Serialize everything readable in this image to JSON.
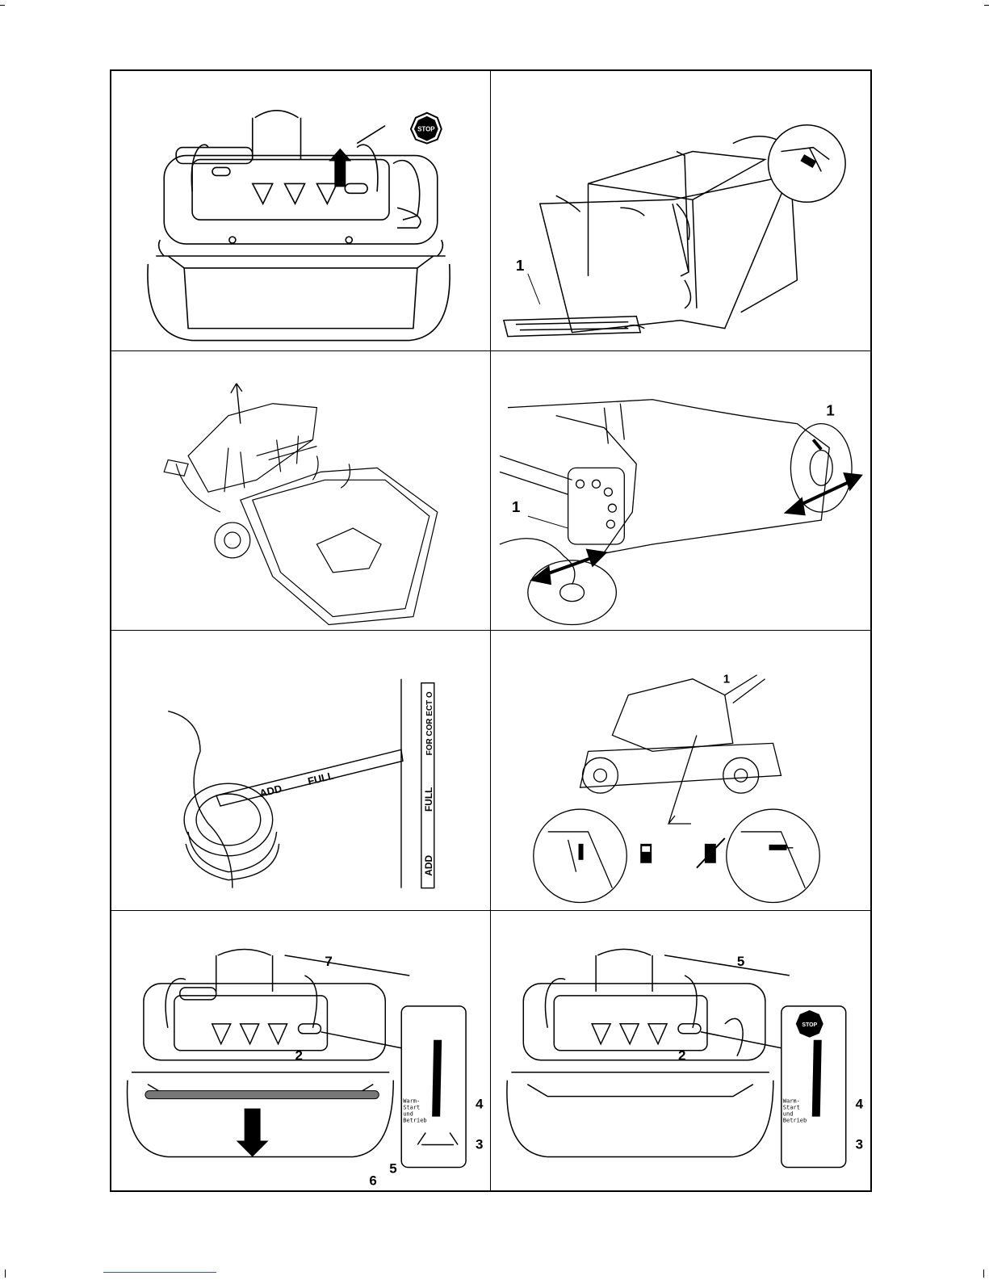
{
  "panels": [
    {
      "id": "p1",
      "title": "Mower handle controls with stop lever",
      "sign": "STOP",
      "callouts": []
    },
    {
      "id": "p2",
      "title": "Grass catcher frame assembly",
      "callouts": [
        "1"
      ]
    },
    {
      "id": "p3",
      "title": "Attaching grass catcher",
      "callouts": []
    },
    {
      "id": "p4",
      "title": "Wheel height adjustment",
      "callouts": [
        "1",
        "1"
      ]
    },
    {
      "id": "p5",
      "title": "Oil dipstick",
      "dipstick": {
        "add": "ADD",
        "full": "FULL",
        "correct": "FOR COR  ECT O"
      },
      "callouts": []
    },
    {
      "id": "p6",
      "title": "Fuel valve open and closed",
      "callouts": [
        "1"
      ]
    },
    {
      "id": "p7",
      "title": "Throttle warm start",
      "decal": {
        "lines": [
          "Warm-",
          "Start",
          "und",
          "Betrieb"
        ]
      },
      "callouts": [
        "7",
        "2",
        "4",
        "3",
        "5",
        "6"
      ]
    },
    {
      "id": "p8",
      "title": "Throttle to stop",
      "sign": "STOP",
      "decal": {
        "lines": [
          "Warm-",
          "Start",
          "und",
          "Betrieb"
        ]
      },
      "callouts": [
        "5",
        "2",
        "4",
        "3"
      ]
    }
  ]
}
